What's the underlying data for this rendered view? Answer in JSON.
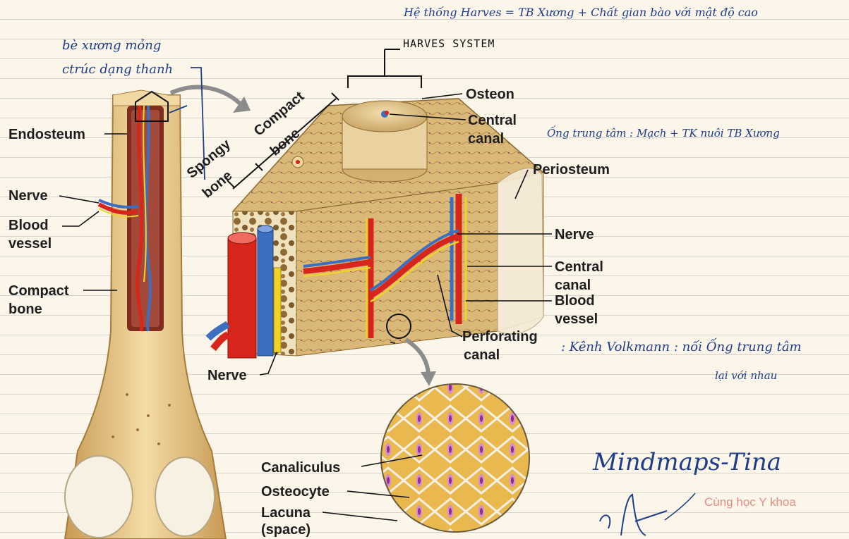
{
  "labels": {
    "endosteum": "Endosteum",
    "nerve_left": "Nerve",
    "blood_vessel_left_1": "Blood",
    "blood_vessel_left_2": "vessel",
    "compact_bone_left_1": "Compact",
    "compact_bone_left_2": "bone",
    "spongy_bone_1": "Spongy",
    "spongy_bone_2": "bone",
    "compact_bone_block_1": "Compact",
    "compact_bone_block_2": "bone",
    "osteon": "Osteon",
    "central_canal_top_1": "Central",
    "central_canal_top_2": "canal",
    "periosteum": "Periosteum",
    "nerve_right": "Nerve",
    "central_canal_right_1": "Central",
    "central_canal_right_2": "canal",
    "blood_vessel_right_1": "Blood",
    "blood_vessel_right_2": "vessel",
    "perforating_canal_1": "Perforating",
    "perforating_canal_2": "canal",
    "nerve_bottom": "Nerve",
    "canaliculus": "Canaliculus",
    "osteocyte": "Osteocyte",
    "lacuna_1": "Lacuna",
    "lacuna_2": "(space)",
    "harves_system": "HARVES SYSTEM"
  },
  "notes": {
    "top": "Hệ thống Harves = TB Xương + Chất gian bào với mật độ cao",
    "thin_bone_1": "bè xương mỏng",
    "thin_bone_2": "ctrúc dạng thanh",
    "central_canal_note": "Ống trung tâm : Mạch + TK nuôi TB Xương",
    "volkmann_1": ": Kênh Volkmann : nối Ống trung tâm",
    "volkmann_2": "lại với nhau"
  },
  "watermark": {
    "title": "Mindmaps-Tina",
    "subtitle": "Cùng học Y khoa"
  },
  "colors": {
    "bone": "#e2c07e",
    "bone_dark": "#b78a43",
    "artery": "#d8261c",
    "vein": "#3d6fc0",
    "nerve": "#f1d22a",
    "handwriting": "#1f3d8a",
    "watermark": "#1f3d8a",
    "watermark_sub": "#e58d86"
  }
}
